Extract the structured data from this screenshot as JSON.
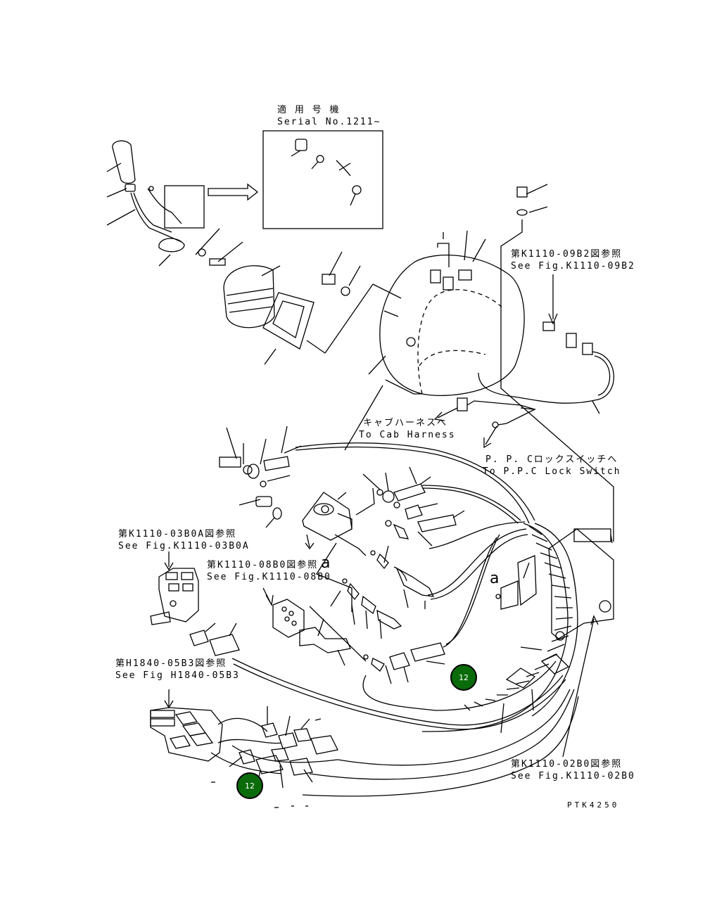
{
  "labels": {
    "serial_jp": "適 用 号 機",
    "serial_en": "Serial No.1211~",
    "ref_09b2_jp": "第K1110-09B2図参照",
    "ref_09b2_en": "See Fig.K1110-09B2",
    "cab_jp": "キャブハーネスへ",
    "cab_en": "To Cab Harness",
    "ppc_jp": "P. P. Cロックスイッチへ",
    "ppc_en": "To P.P.C Lock Switch",
    "ref_03b0a_jp": "第K1110-03B0A図参照",
    "ref_03b0a_en": "See Fig.K1110-03B0A",
    "ref_08b0_jp": "第K1110-08B0図参照",
    "ref_08b0_en": "See Fig.K1110-08B0",
    "ref_h1840_jp": "第H1840-05B3図参照",
    "ref_h1840_en": "See Fig H1840-05B3",
    "ref_02b0_jp": "第K1110-02B0図参照",
    "ref_02b0_en": "See Fig.K1110-02B0",
    "drawing_no": "PTK4250",
    "ref_a1": "a",
    "ref_a2": "a"
  },
  "callouts": [
    {
      "id": "callout-1",
      "label": "12"
    },
    {
      "id": "callout-2",
      "label": "12"
    }
  ]
}
